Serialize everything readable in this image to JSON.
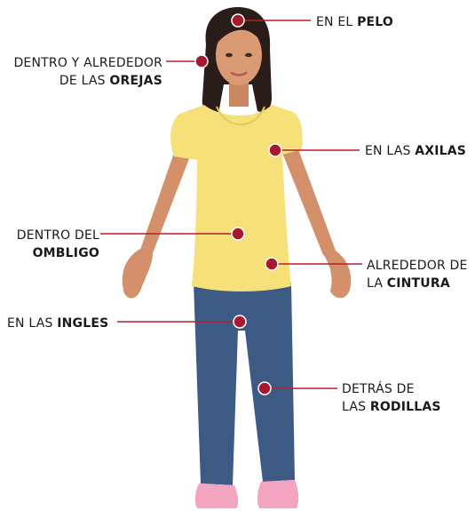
{
  "colors": {
    "marker": "#a6192e",
    "leader": "#b51e2f",
    "skin": "#d4906a",
    "hair": "#2a1c18",
    "shirt": "#f5e07a",
    "jeans": "#3d5a85",
    "shoes": "#f2a4c0"
  },
  "labels": {
    "pelo": {
      "normal": "EN EL ",
      "bold": "PELO"
    },
    "orejas": {
      "line1": "DENTRO Y ALREDEDOR",
      "line2_normal": "DE LAS ",
      "line2_bold": "OREJAS"
    },
    "axilas": {
      "normal": "EN LAS ",
      "bold": "AXILAS"
    },
    "ombligo": {
      "line1": "DENTRO DEL",
      "line2_bold": "OMBLIGO"
    },
    "cintura": {
      "line1": "ALREDEDOR DE",
      "line2_normal": "LA ",
      "line2_bold": "CINTURA"
    },
    "ingles": {
      "normal": "EN LAS ",
      "bold": "INGLES"
    },
    "rodillas": {
      "line1": "DETRÁS DE",
      "line2_normal": "LAS ",
      "line2_bold": "RODILLAS"
    }
  }
}
